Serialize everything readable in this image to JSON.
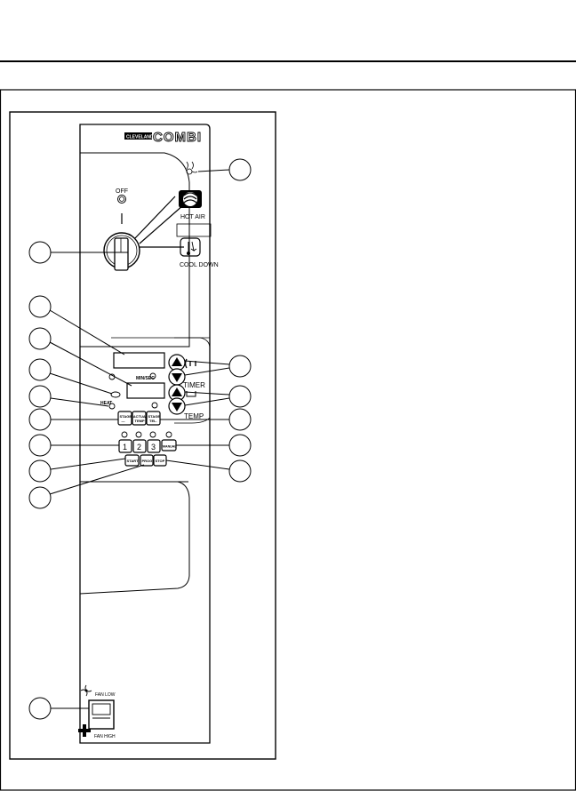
{
  "panel": {
    "brand_small": "CLEVELAND",
    "brand_large": "COMBI",
    "mode_off": "OFF",
    "mode_hot_air": "HOT AIR",
    "mode_cool_down": "COOL DOWN",
    "label_timer": "TIMER",
    "label_temp": "TEMP",
    "label_heat": "HEAT",
    "label_min_sec": "MIN/SEC",
    "btn_stage_a": [
      "STAGE",
      "—"
    ],
    "btn_actual_temp": [
      "ACTUAL",
      "TEMP"
    ],
    "btn_stage_b": [
      "STAGE",
      "TEL."
    ],
    "btn_1": "1",
    "btn_2": "2",
    "btn_3": "3",
    "btn_manual": "MANUAL",
    "btn_start": "START",
    "btn_prog": "PROG",
    "btn_stop": "STOP",
    "fan_low": "FAN LOW",
    "fan_high": "FAN HIGH"
  },
  "callouts": [
    {
      "id": "callout-mode-indicator",
      "side": "right",
      "count": 1
    },
    {
      "id": "callout-mode-knob",
      "side": "left",
      "count": 1
    },
    {
      "id": "callout-timer-display",
      "side": "left",
      "count": 1
    },
    {
      "id": "callout-temp-display",
      "side": "left",
      "count": 1
    },
    {
      "id": "callout-min-sec-led",
      "side": "left",
      "count": 1
    },
    {
      "id": "callout-heat-led",
      "side": "left",
      "count": 1
    },
    {
      "id": "callout-stage-button",
      "side": "left",
      "count": 1
    },
    {
      "id": "callout-program-1",
      "side": "left",
      "count": 1
    },
    {
      "id": "callout-start-button",
      "side": "left",
      "count": 1
    },
    {
      "id": "callout-prog-button",
      "side": "left",
      "count": 1
    },
    {
      "id": "callout-fan-switch",
      "side": "left",
      "count": 1
    },
    {
      "id": "callout-timer-arrows",
      "side": "right",
      "count": 2
    },
    {
      "id": "callout-temp-arrows",
      "side": "right",
      "count": 2
    },
    {
      "id": "callout-stage-tel",
      "side": "right",
      "count": 1
    },
    {
      "id": "callout-manual-button",
      "side": "right",
      "count": 1
    },
    {
      "id": "callout-stop-button",
      "side": "right",
      "count": 1
    }
  ]
}
